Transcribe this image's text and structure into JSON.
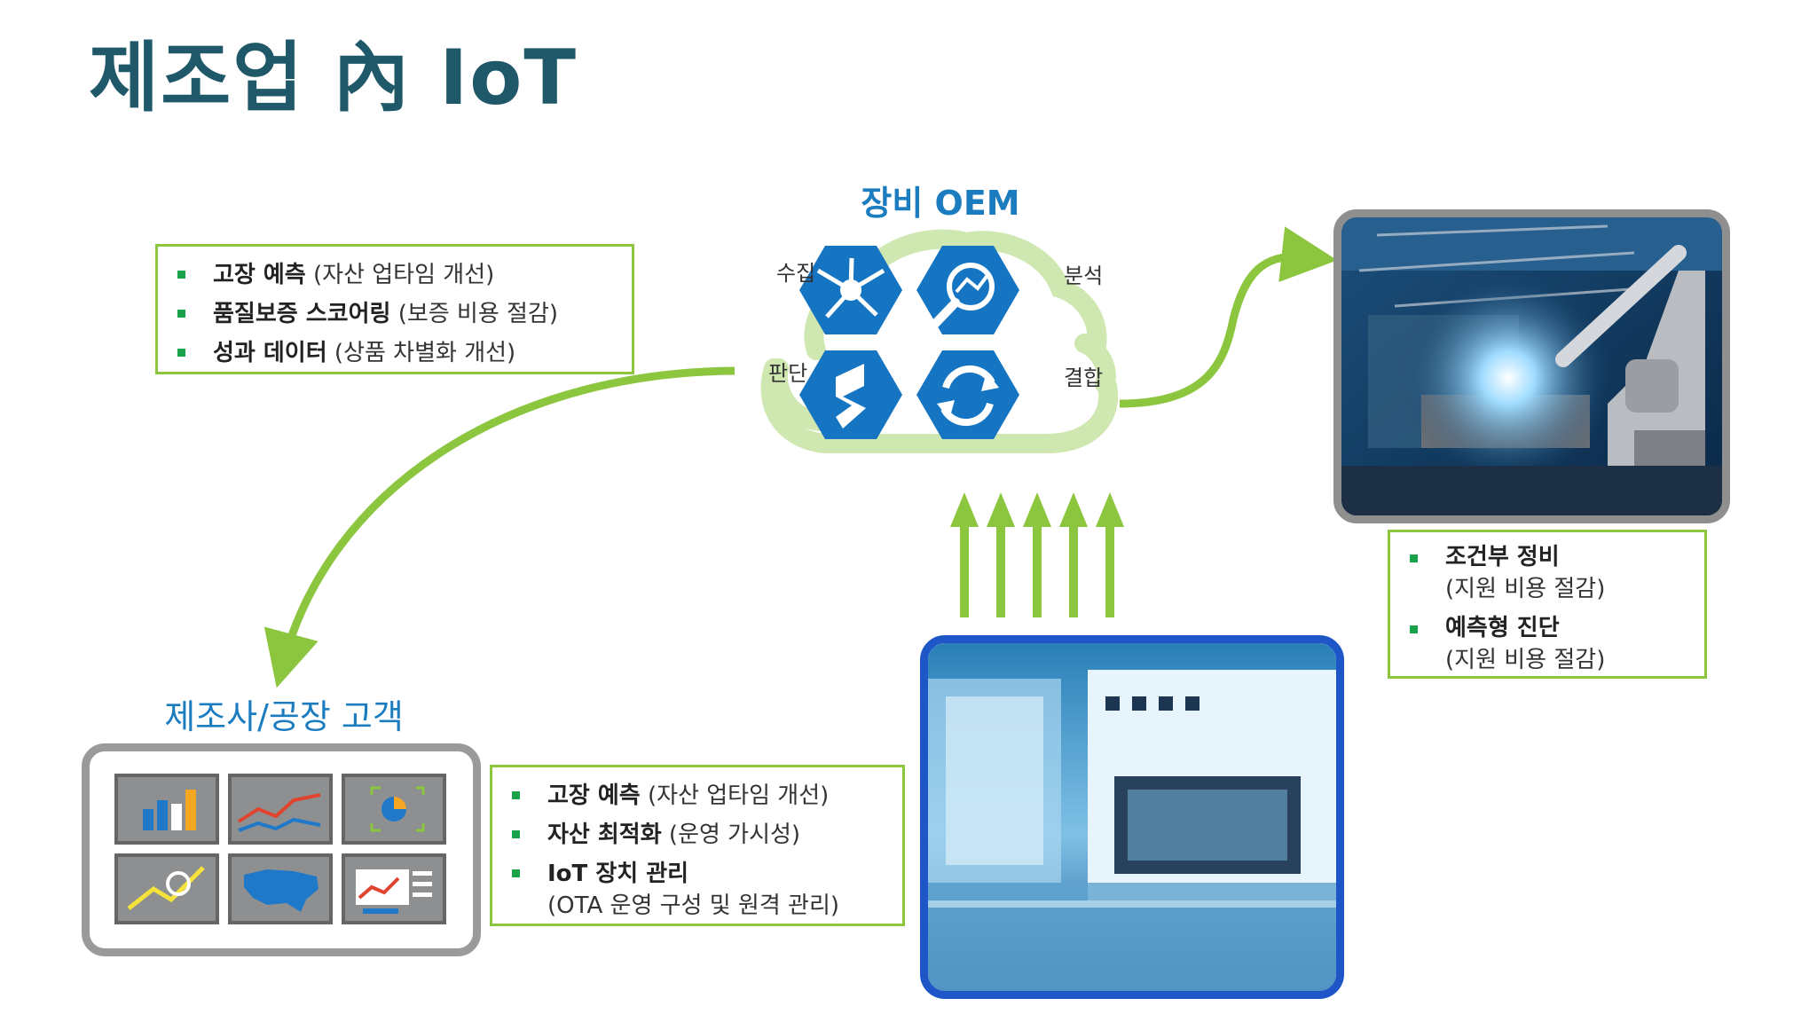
{
  "title": "제조업 內 IoT",
  "oem": {
    "title": "장비 OEM",
    "labels": {
      "collect": "수집",
      "analyze": "분석",
      "decide": "판단",
      "combine": "결합"
    }
  },
  "customer": {
    "title": "제조사/공장 고객"
  },
  "boxes": {
    "oem_benefits": [
      {
        "strong": "고장 예측",
        "sub": "(자산 업타임 개선)"
      },
      {
        "strong": "품질보증 스코어링",
        "sub": "(보증 비용 절감)"
      },
      {
        "strong": "성과 데이터",
        "sub": "(상품 차별화 개선)"
      }
    ],
    "factory_benefits": [
      {
        "strong": "고장 예측",
        "sub": "(자산 업타임 개선)"
      },
      {
        "strong": "자산 최적화",
        "sub": "(운영 가시성)"
      },
      {
        "strong": "IoT 장치 관리",
        "sub": "(OTA 운영 구성 및 원격 관리)"
      }
    ],
    "service_benefits": [
      {
        "strong": "조건부 정비",
        "sub": "(지원 비용 절감)"
      },
      {
        "strong": "예측형 진단",
        "sub": "(지원 비용 절감)"
      }
    ]
  },
  "icons": [
    "collect-hub-icon",
    "analyze-magnifier-icon",
    "decide-tool-icon",
    "combine-sync-icon"
  ],
  "colors": {
    "title": "#1f5868",
    "heading": "#1c7cc0",
    "hex": "#1675c2",
    "arrow": "#8cc63f",
    "bullet": "#1aa24a"
  }
}
